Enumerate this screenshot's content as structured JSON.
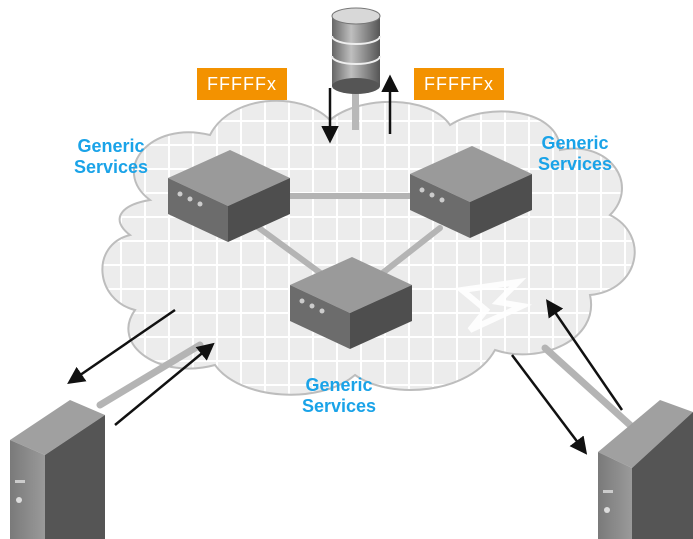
{
  "tags": {
    "left": "FFFFFx",
    "right": "FFFFFx"
  },
  "services": {
    "left": {
      "line1": "Generic",
      "line2": "Services"
    },
    "right": {
      "line1": "Generic",
      "line2": "Services"
    },
    "bottom": {
      "line1": "Generic",
      "line2": "Services"
    }
  },
  "colors": {
    "label": "#1aa3e8",
    "tag": "#f39200",
    "cloud": "#e9e9e9",
    "switch_top": "#8f8f8f",
    "switch_side": "#5c5c5c"
  },
  "icons": [
    "database-icon",
    "switch-icon",
    "server-tower-icon",
    "brand-logo-icon"
  ]
}
